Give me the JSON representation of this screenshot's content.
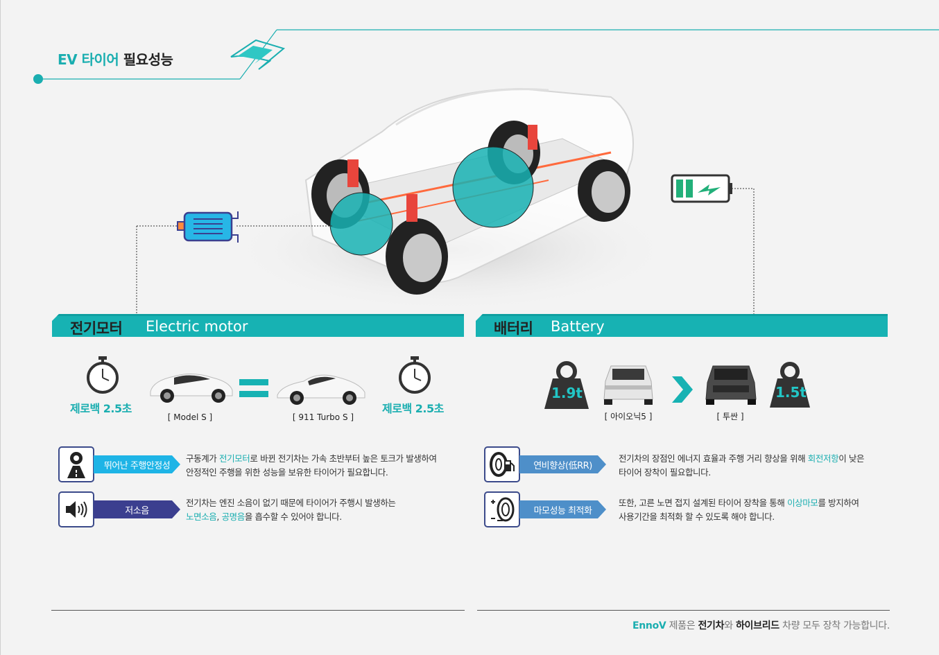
{
  "header": {
    "title_accent": "EV 타이어",
    "title_rest": "필요성능"
  },
  "motor": {
    "title_ko": "전기모터",
    "title_en": "Electric motor",
    "zero_left": "제로백 2.5초",
    "zero_right": "제로백 2.5초",
    "car_a": "[ Model S ]",
    "car_b": "[ 911 Turbo S ]"
  },
  "battery": {
    "title_ko": "배터리",
    "title_en": "Battery",
    "weight_a": "1.9t",
    "weight_b": "1.5t",
    "car_a": "[ 아이오닉5 ]",
    "car_b": "[ 투싼 ]"
  },
  "features_left": [
    {
      "icon": "driver-road-icon",
      "tag": "뛰어난 주행안정성",
      "line1_pre": "구동계가 ",
      "line1_hl": "전기모터",
      "line1_post": "로 바뀐 전기차는 가속 초반부터 높은 토크가 발생하여",
      "line2": "안정적인 주행을 위한 성능을 보유한 타이어가 필요합니다."
    },
    {
      "icon": "speaker-icon",
      "tag": "저소음",
      "line1": "전기차는 엔진 소음이 없기 때문에 타이어가 주행시 발생하는",
      "line2_hl1": "노면소음",
      "line2_sep": ", ",
      "line2_hl2": "공명음",
      "line2_post": "을 흡수할 수 있어야 합니다."
    }
  ],
  "features_right": [
    {
      "icon": "tire-fuel-icon",
      "tag": "연비향상(低RR)",
      "line1_pre": "전기차의 장점인 에너지 효율과 주행 거리 향상을 위해 ",
      "line1_hl": "회전저항",
      "line1_post": "이 낮은",
      "line2": "타이어 장착이 필요합니다."
    },
    {
      "icon": "tire-wear-icon",
      "tag": "마모성능 최적화",
      "line1_pre": "또한, 고른 노면 접지 설계된 타이어 장착을 통해 ",
      "line1_hl": "이상마모",
      "line1_post": "를 방지하여",
      "line2": "사용기간을 최적화 할 수 있도록 해야 합니다."
    }
  ],
  "footer": {
    "brand": "EnnoV",
    "t1": " 제품은 ",
    "b1": "전기차",
    "t2": "와 ",
    "b2": "하이브리드",
    "t3": " 차량 모두 장착 가능합니다."
  },
  "colors": {
    "accent": "#17b2b3",
    "navy": "#3b3f8f",
    "cyan": "#1eb4e6",
    "steel": "#4e8fc9"
  }
}
